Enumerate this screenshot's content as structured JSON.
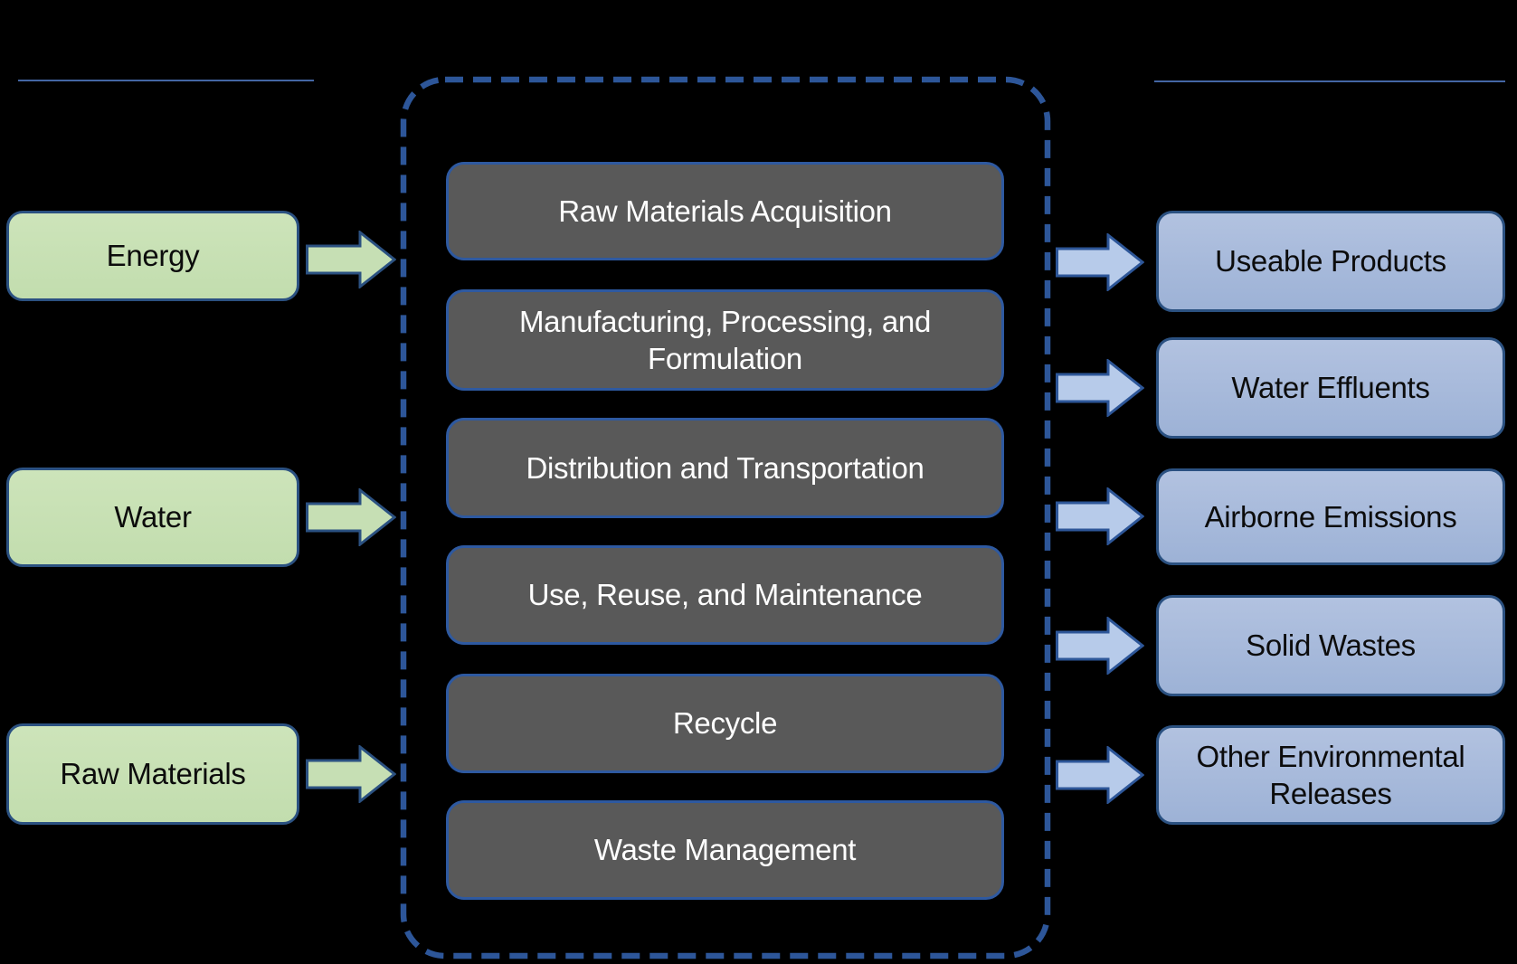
{
  "diagram": {
    "title_hint": "product life cycle flow diagram",
    "inputs": {
      "items": [
        {
          "label": "Energy"
        },
        {
          "label": "Water"
        },
        {
          "label": "Raw Materials"
        }
      ]
    },
    "lifecycle": {
      "stages": [
        {
          "label": "Raw Materials Acquisition"
        },
        {
          "label": "Manufacturing, Processing, and\nFormulation"
        },
        {
          "label": "Distribution and Transportation"
        },
        {
          "label": "Use, Reuse, and Maintenance"
        },
        {
          "label": "Recycle"
        },
        {
          "label": "Waste Management"
        }
      ]
    },
    "outputs": {
      "items": [
        {
          "label": "Useable Products"
        },
        {
          "label": "Water Effluents"
        },
        {
          "label": "Airborne Emissions"
        },
        {
          "label": "Solid Wastes"
        },
        {
          "label": "Other Environmental\nReleases"
        }
      ]
    },
    "colors": {
      "background": "#000000",
      "input_box_fill": "#c6dfb4",
      "input_box_border": "#2b5181",
      "stage_box_fill": "#595959",
      "stage_box_border": "#2e59a0",
      "output_box_fill": "#a4b8da",
      "output_box_border": "#2b5181",
      "green_arrow_fill": "#c6dfb4",
      "blue_arrow_fill": "#b7cbea",
      "dashed_boundary": "#2d5699",
      "section_underline": "#4466a4",
      "stage_text": "#ffffff",
      "box_text": "#0c0c0c"
    }
  }
}
